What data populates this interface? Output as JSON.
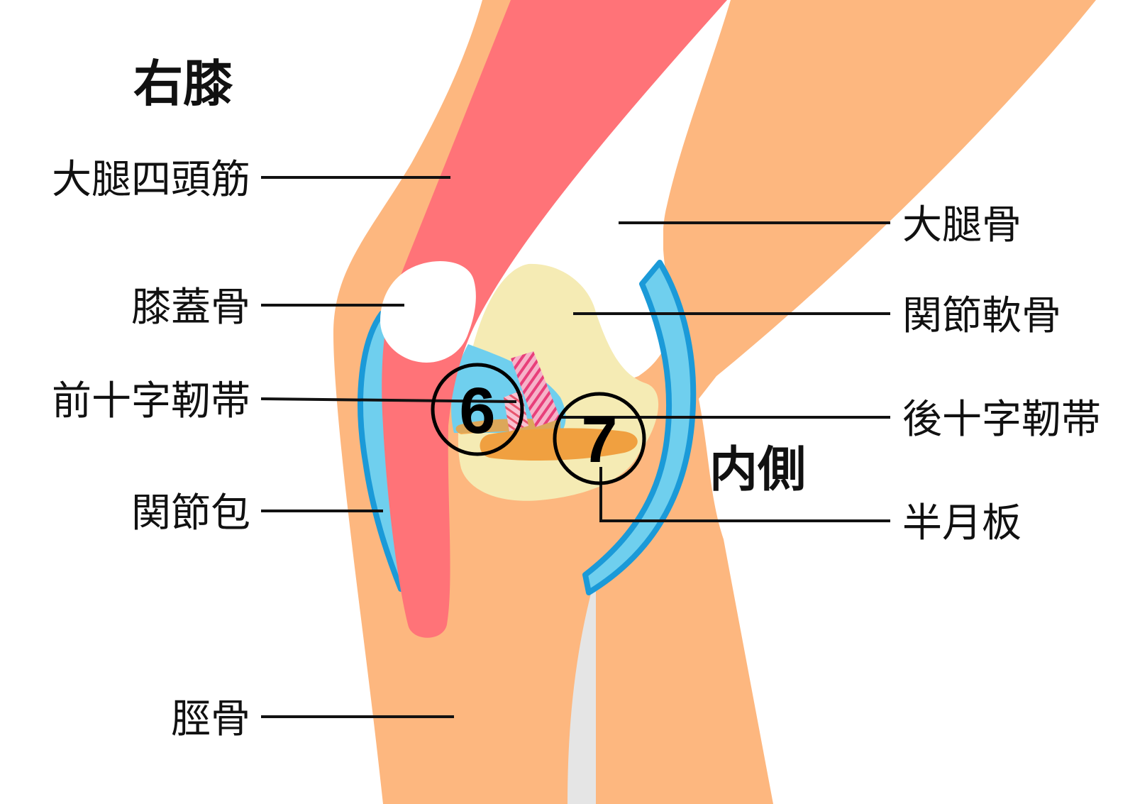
{
  "diagram": {
    "title": "右膝",
    "side_label": "内側",
    "labels_left": [
      "大腿四頭筋",
      "膝蓋骨",
      "前十字靭帯",
      "関節包",
      "脛骨"
    ],
    "labels_right": [
      "大腿骨",
      "関節軟骨",
      "後十字靭帯",
      "半月板"
    ],
    "markers": [
      "6",
      "7"
    ],
    "colors": {
      "skin": "#FDB77F",
      "muscle": "#FF7378",
      "patella": "#FFFFFF",
      "cartilage": "#F5EBB4",
      "capsule_fill": "#6FCFEE",
      "capsule_line": "#1B9AD8",
      "meniscus": "#F0A040",
      "ligament": "#E83F7A"
    }
  }
}
